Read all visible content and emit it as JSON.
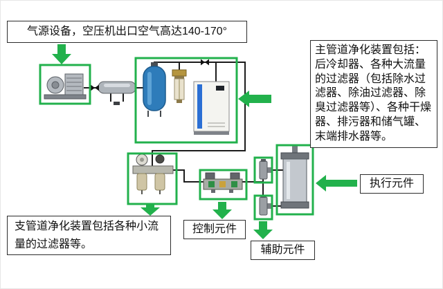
{
  "colors": {
    "highlight_green": "#22b14c",
    "tank_blue": "#2e7cba",
    "dryer_stripe_blue": "#2b6fd4",
    "filter_cap_gold": "#b5953f",
    "pipe_black": "#1b1b1b"
  },
  "notes": {
    "air_source": "气源设备，空压机出口空气高达140-170°",
    "main_purification": "主管道净化装置包括：后冷却器、各种大流量的过滤器（包括除水过滤器、除油过滤器、除臭过滤器等）、各种干燥器、排污器和储气罐、末端排水器等。",
    "branch_purification": "支管道净化装置包括各种小流量的过滤器等。"
  },
  "labels": {
    "control": "控制元件",
    "auxiliary": "辅助元件",
    "actuator": "执行元件"
  },
  "icons": {
    "compressor": "air-compressor-icon",
    "aftercooler": "aftercooler-icon",
    "receiver": "air-receiver-tank-icon",
    "filter": "main-line-filter-icon",
    "dryer": "air-dryer-icon",
    "frl": "frl-unit-icon",
    "valve": "directional-control-valve-icon",
    "aux_fitting": "speed-controller-icon",
    "cylinder": "pneumatic-cylinder-icon"
  }
}
